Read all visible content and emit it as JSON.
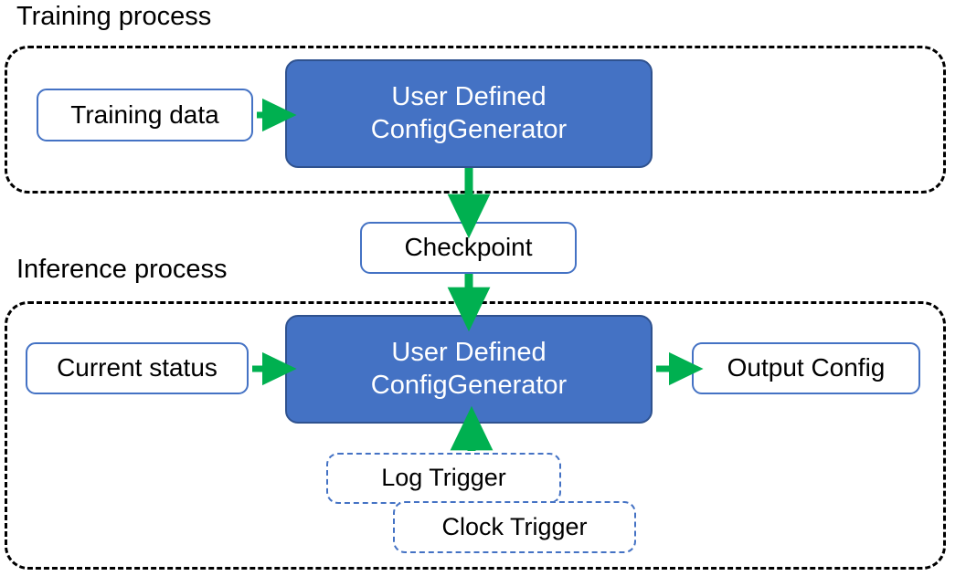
{
  "diagram": {
    "title_training": "Training process",
    "title_inference": "Inference process",
    "accent_blue": "#4472C4",
    "accent_blue_dark": "#2F528F",
    "accent_green": "#00B050",
    "container_stroke": "#000000"
  },
  "training": {
    "label": "Training process",
    "input_box": "Training data",
    "process_box": "User Defined\nConfigGenerator",
    "process_box_line1": "User Defined",
    "process_box_line2": "ConfigGenerator"
  },
  "checkpoint": {
    "label": "Checkpoint"
  },
  "inference": {
    "label": "Inference process",
    "input_box": "Current status",
    "process_box_line1": "User Defined",
    "process_box_line2": "ConfigGenerator",
    "output_box": "Output Config",
    "triggers": [
      {
        "label": "Log Trigger"
      },
      {
        "label": "Clock Trigger"
      }
    ]
  },
  "arrows": [
    {
      "name": "training-data-to-generator",
      "from": "Training data",
      "to": "User Defined ConfigGenerator",
      "direction": "right"
    },
    {
      "name": "generator-to-checkpoint",
      "from": "User Defined ConfigGenerator",
      "to": "Checkpoint",
      "direction": "down"
    },
    {
      "name": "checkpoint-to-inference-generator",
      "from": "Checkpoint",
      "to": "User Defined ConfigGenerator",
      "direction": "down"
    },
    {
      "name": "current-status-to-generator",
      "from": "Current status",
      "to": "User Defined ConfigGenerator",
      "direction": "right"
    },
    {
      "name": "generator-to-output-config",
      "from": "User Defined ConfigGenerator",
      "to": "Output Config",
      "direction": "right"
    },
    {
      "name": "trigger-to-generator",
      "from": "Log Trigger / Clock Trigger",
      "to": "User Defined ConfigGenerator",
      "direction": "up"
    }
  ]
}
